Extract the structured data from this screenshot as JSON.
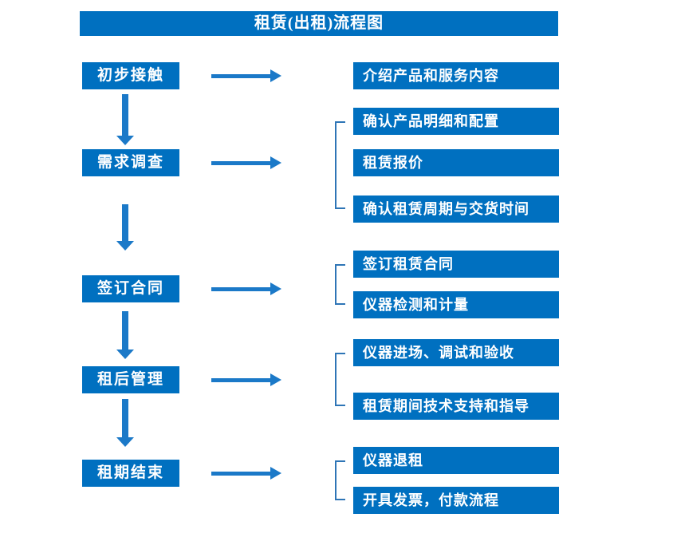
{
  "title": "租赁(出租)流程图",
  "colors": {
    "box_blue": "#0070C0",
    "arrow_blue": "#1B79C8",
    "bracket_blue": "#2E75B6",
    "box_text": "#FFFFFF",
    "background": "#FFFFFF"
  },
  "stages": [
    {
      "label": "初步接触",
      "outputs": [
        "介绍产品和服务内容"
      ]
    },
    {
      "label": "需求调查",
      "outputs": [
        "确认产品明细和配置",
        "租赁报价",
        "确认租赁周期与交货时间"
      ]
    },
    {
      "label": "签订合同",
      "outputs": [
        "签订租赁合同",
        "仪器检测和计量"
      ]
    },
    {
      "label": "租后管理",
      "outputs": [
        "仪器进场、调试和验收",
        "租赁期间技术支持和指导"
      ]
    },
    {
      "label": "租期结束",
      "outputs": [
        "仪器退租",
        "开具发票，付款流程"
      ]
    }
  ]
}
